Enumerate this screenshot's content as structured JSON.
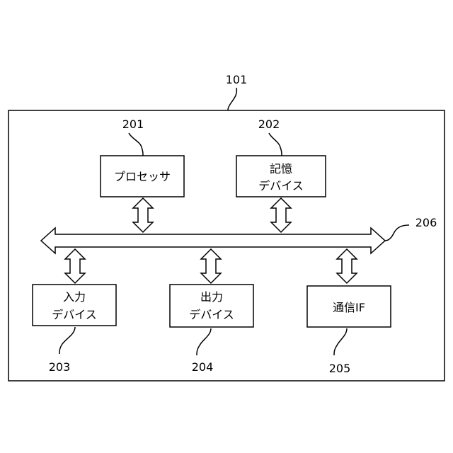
{
  "diagram": {
    "outer_ref": "101",
    "bus_ref": "206",
    "blocks": {
      "processor": {
        "ref": "201",
        "lines": [
          "プロセッサ"
        ]
      },
      "storage": {
        "ref": "202",
        "lines": [
          "記憶",
          "デバイス"
        ]
      },
      "input": {
        "ref": "203",
        "lines": [
          "入力",
          "デバイス"
        ]
      },
      "output": {
        "ref": "204",
        "lines": [
          "出力",
          "デバイス"
        ]
      },
      "comm": {
        "ref": "205",
        "lines": [
          "通信IF"
        ]
      }
    }
  }
}
